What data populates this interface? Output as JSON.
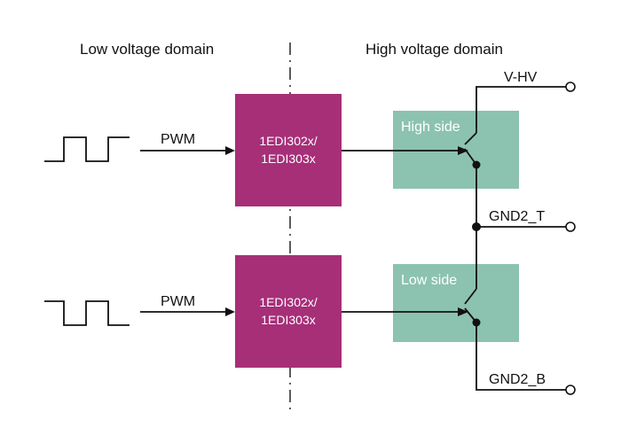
{
  "domains": {
    "low": "Low voltage domain",
    "high": "High voltage domain"
  },
  "channels": [
    {
      "input_label": "PWM",
      "driver_line1": "1EDI302x/",
      "driver_line2": "1EDI303x",
      "switch_label": "High side"
    },
    {
      "input_label": "PWM",
      "driver_line1": "1EDI302x/",
      "driver_line2": "1EDI303x",
      "switch_label": "Low side"
    }
  ],
  "terminals": {
    "top": "V-HV",
    "mid": "GND2_T",
    "bottom": "GND2_B"
  },
  "colors": {
    "driver": "#a62f78",
    "switch": "#8cc2b0",
    "line": "#111111",
    "isolation_line": "#333333"
  }
}
